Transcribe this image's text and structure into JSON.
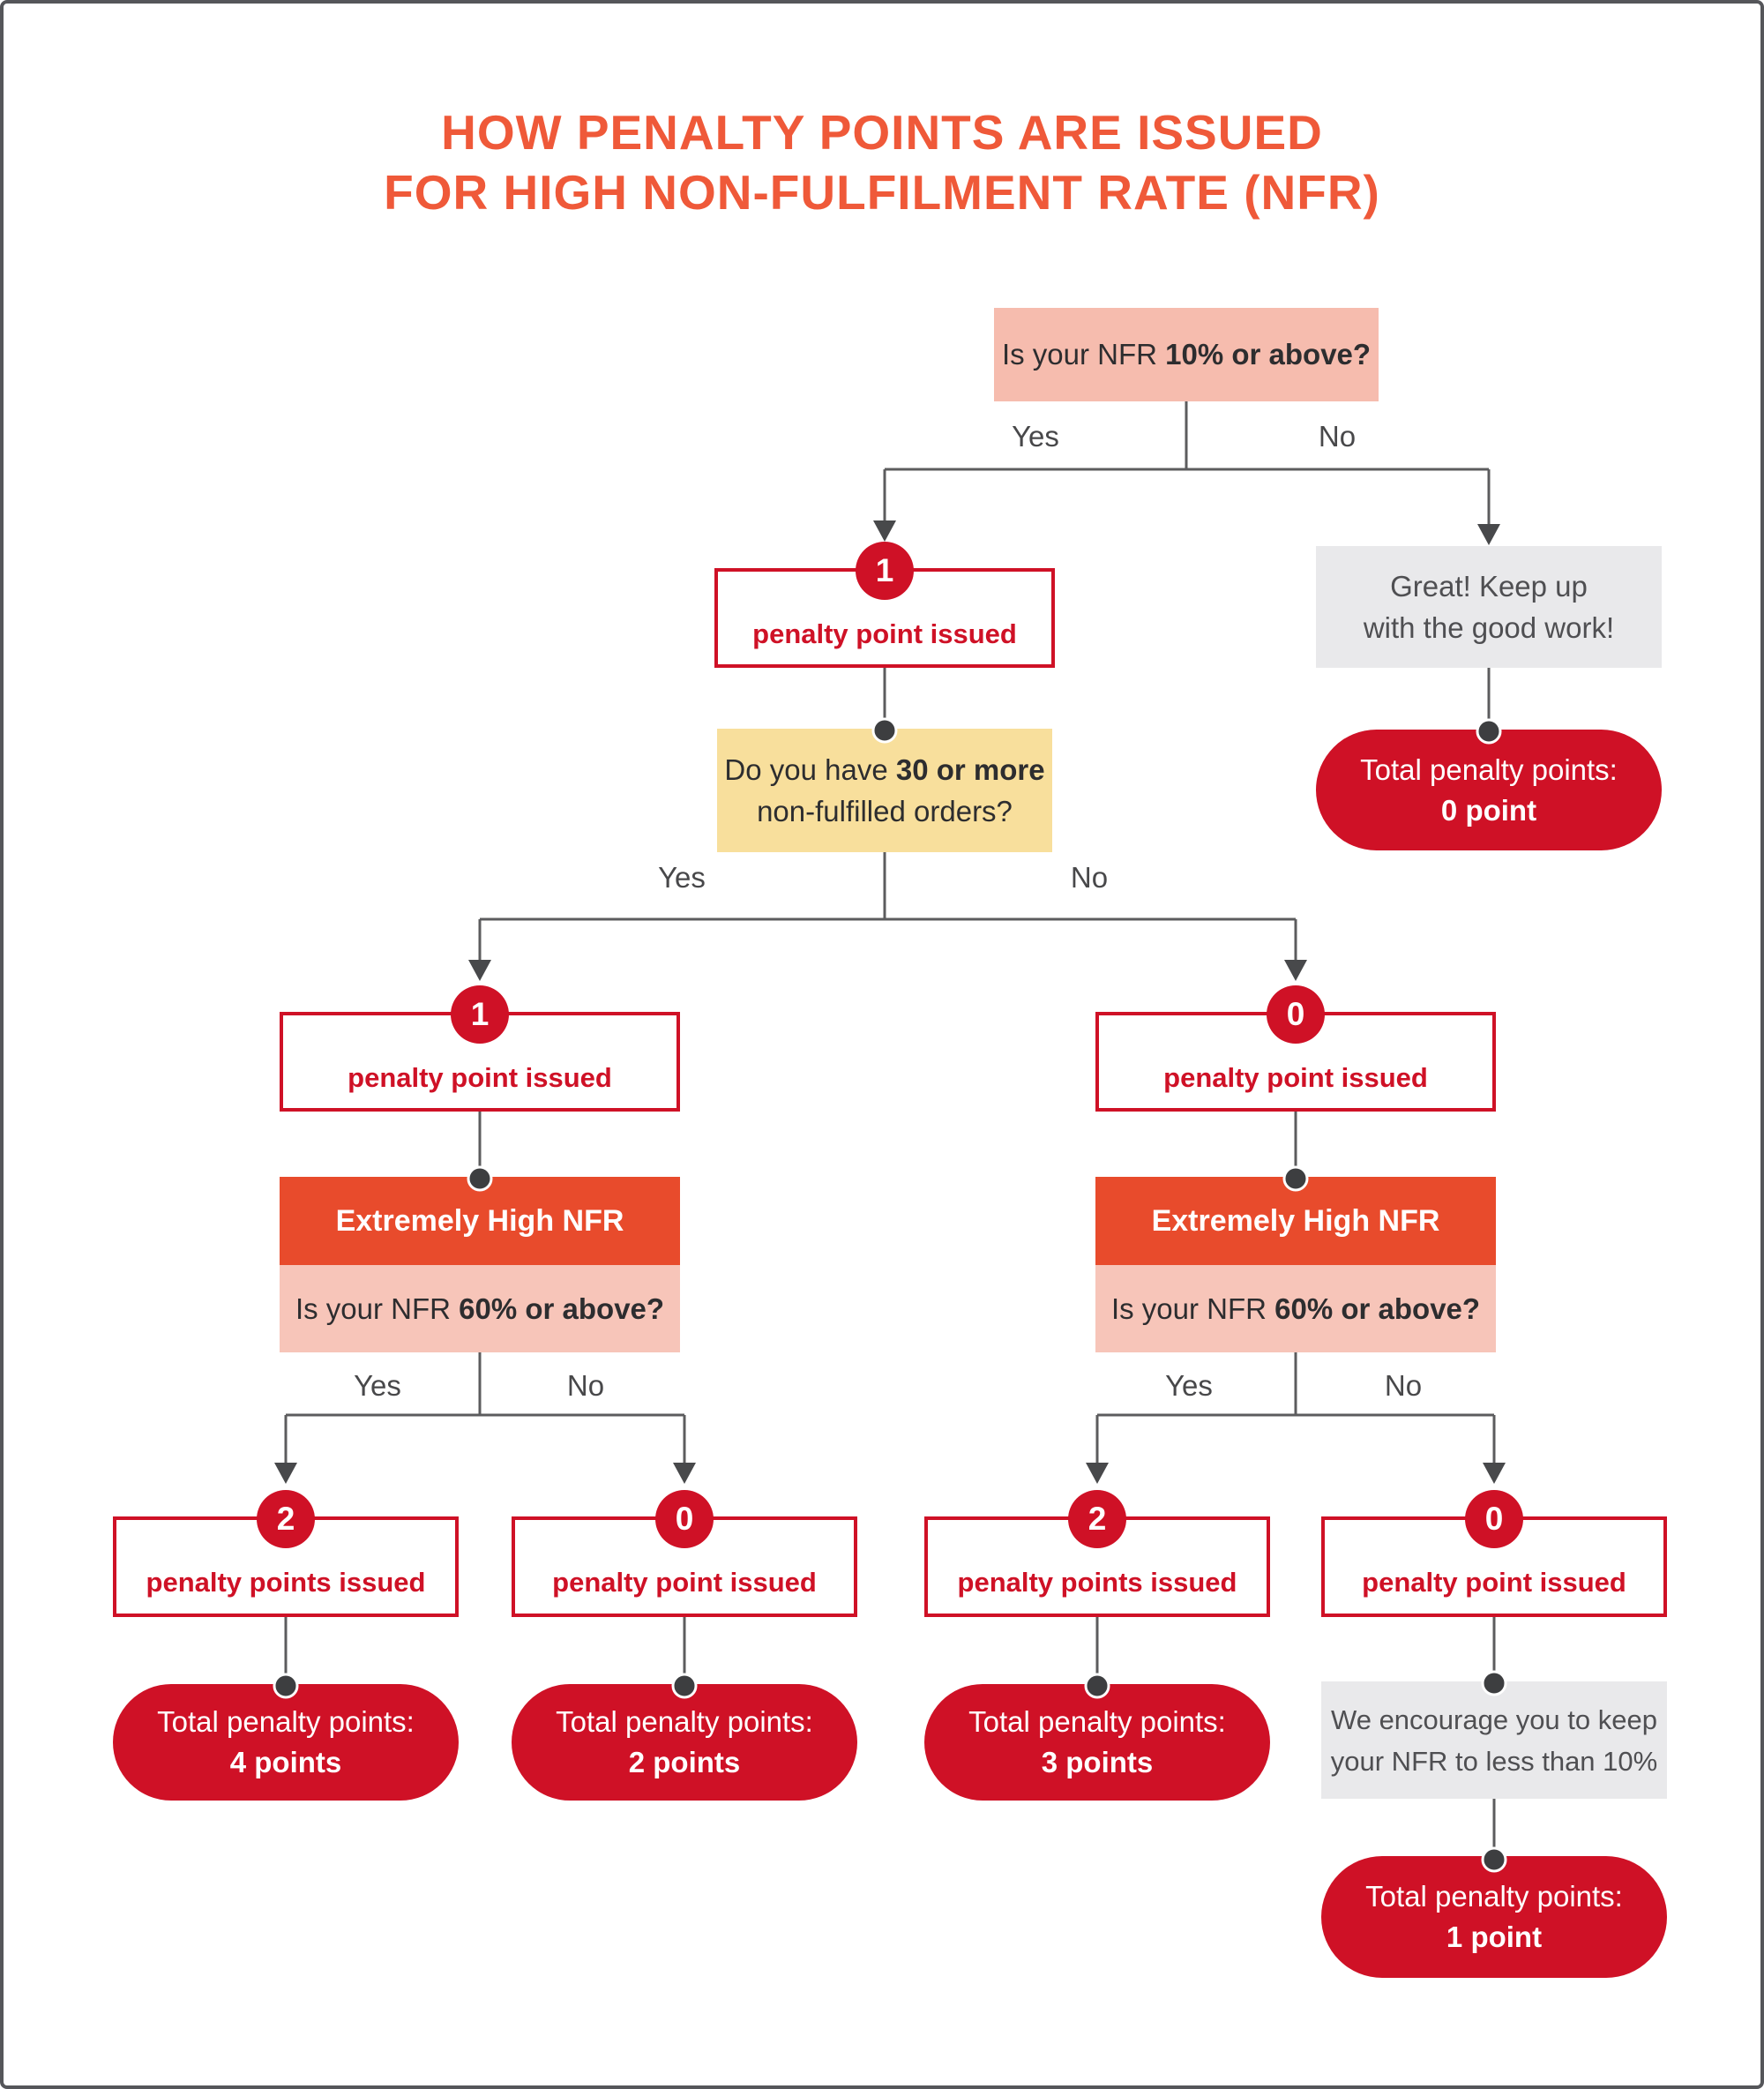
{
  "title": {
    "line1": "HOW PENALTY POINTS ARE ISSUED",
    "line2": "FOR HIGH NON-FULFILMENT RATE (NFR)"
  },
  "labels": {
    "yes": "Yes",
    "no": "No"
  },
  "q1": {
    "prefix": "Is your NFR ",
    "bold": "10% or above?"
  },
  "node_1_yes": {
    "badge": "1",
    "label": "penalty point issued"
  },
  "great_box": {
    "line1": "Great! Keep up",
    "line2": "with the good work!"
  },
  "pill_0": {
    "line1": "Total penalty points:",
    "line2": "0 point"
  },
  "q2": {
    "prefix": "Do you have ",
    "bold": "30 or more",
    "line2": "non-fulfilled orders?"
  },
  "node_2_yes": {
    "badge": "1",
    "label": "penalty point issued"
  },
  "node_2_no": {
    "badge": "0",
    "label": "penalty point issued"
  },
  "ehn": {
    "header": "Extremely High NFR",
    "q_prefix": "Is your NFR ",
    "q_bold": "60% or above?"
  },
  "node_3_ll": {
    "badge": "2",
    "label": "penalty points issued"
  },
  "node_3_ln": {
    "badge": "0",
    "label": "penalty point issued"
  },
  "node_3_rl": {
    "badge": "2",
    "label": "penalty points issued"
  },
  "node_3_rn": {
    "badge": "0",
    "label": "penalty point issued"
  },
  "pill_4": {
    "line1": "Total penalty points:",
    "line2": "4 points"
  },
  "pill_2": {
    "line1": "Total penalty points:",
    "line2": "2 points"
  },
  "pill_3": {
    "line1": "Total penalty points:",
    "line2": "3 points"
  },
  "encourage_box": {
    "line1": "We encourage you to keep",
    "line2": "your NFR to less than 10%"
  },
  "pill_1": {
    "line1": "Total penalty points:",
    "line2": "1 point"
  },
  "colors": {
    "title_orange": "#EF5939",
    "header_orange": "#E84B2C",
    "pink_question": "#F6BCAE",
    "pink_band": "#F7C5B9",
    "yellow_question": "#F8DF9C",
    "red": "#CF1126",
    "grey_box": "#E9E9EB",
    "line_grey": "#5C5C5E",
    "text_dark": "#2D2D2F"
  }
}
